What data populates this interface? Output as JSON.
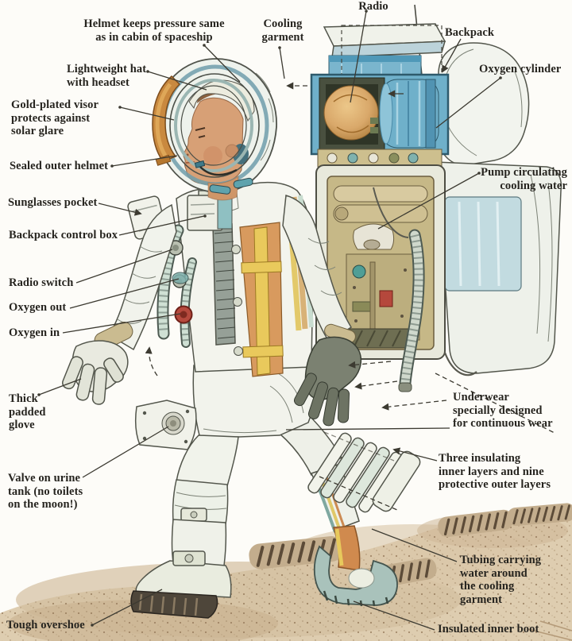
{
  "labels": {
    "radio": "Radio",
    "helmet": "Helmet keeps pressure same\nas in cabin of spaceship",
    "cooling_garment": "Cooling\ngarment",
    "backpack": "Backpack",
    "lightweight_hat": "Lightweight hat\nwith headset",
    "oxygen_cylinder": "Oxygen cylinder",
    "gold_visor": "Gold-plated visor\nprotects against\nsolar glare",
    "sealed_helmet": "Sealed outer helmet",
    "pump": "Pump circulating\ncooling water",
    "sunglasses_pocket": "Sunglasses pocket",
    "control_box": "Backpack control box",
    "radio_switch": "Radio switch",
    "oxygen_out": "Oxygen out",
    "oxygen_in": "Oxygen in",
    "thick_glove": "Thick\npadded\nglove",
    "underwear": "Underwear\nspecially designed\nfor continuous wear",
    "layers": "Three insulating\ninner layers and nine\nprotective outer layers",
    "urine_valve": "Valve on urine\ntank (no toilets\non the moon!)",
    "tubing": "Tubing carrying\nwater around\nthe cooling\ngarment",
    "overshoe": "Tough overshoe",
    "inner_boot": "Insulated inner boot"
  },
  "colors": {
    "label_text": "#26241f",
    "suit_white": "#f3f4ed",
    "backpack_blue": "#6fb0ca",
    "visor_gold": "#c9893f",
    "radio_sphere_orange": "#d9a86a",
    "machinery_tan": "#c6b887",
    "inner_boot_orange": "#d08a4e",
    "strap_yellow": "#e9c95c",
    "ground_sand": "#decdb0"
  }
}
